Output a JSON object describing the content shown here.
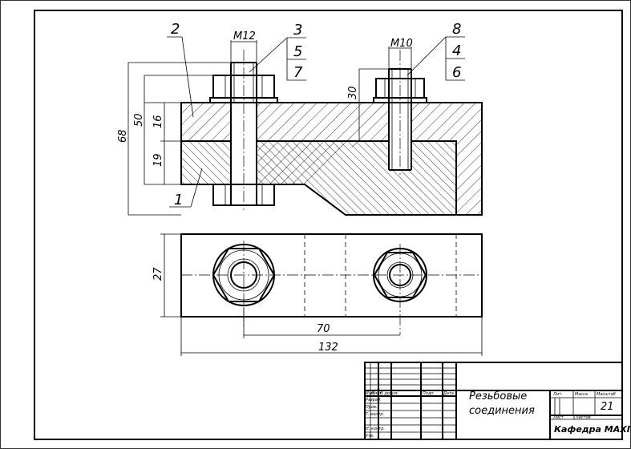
{
  "drawing": {
    "dimensions": {
      "m12": "M12",
      "m10": "M10",
      "d68": "68",
      "d50": "50",
      "d16": "16",
      "d19": "19",
      "d30": "30",
      "d27": "27",
      "d70": "70",
      "d132": "132"
    },
    "part_labels": {
      "p1": "1",
      "p2": "2",
      "p3": "3",
      "p5": "5",
      "p7": "7",
      "p8": "8",
      "p4": "4",
      "p6": "6"
    }
  },
  "title_block": {
    "title_line1": "Резьбовые",
    "title_line2": "соединения",
    "sheet_number": "21",
    "organization": "Кафедра МАХП",
    "col_izm": "Изм",
    "col_list": "Лист",
    "col_docnum": "N докум.",
    "col_sign": "Подп.",
    "col_date": "Дата",
    "row_razrab": "Разраб.",
    "row_prov": "Пров.",
    "row_tkontr": "Т. контр.",
    "row_nkontr": "Н. контр.",
    "row_utv": "Утв.",
    "hdr_lit": "Лит.",
    "hdr_massa": "Масса",
    "hdr_masshtab": "Масштаб",
    "hdr_list": "Лист",
    "hdr_listov": "Листов"
  }
}
